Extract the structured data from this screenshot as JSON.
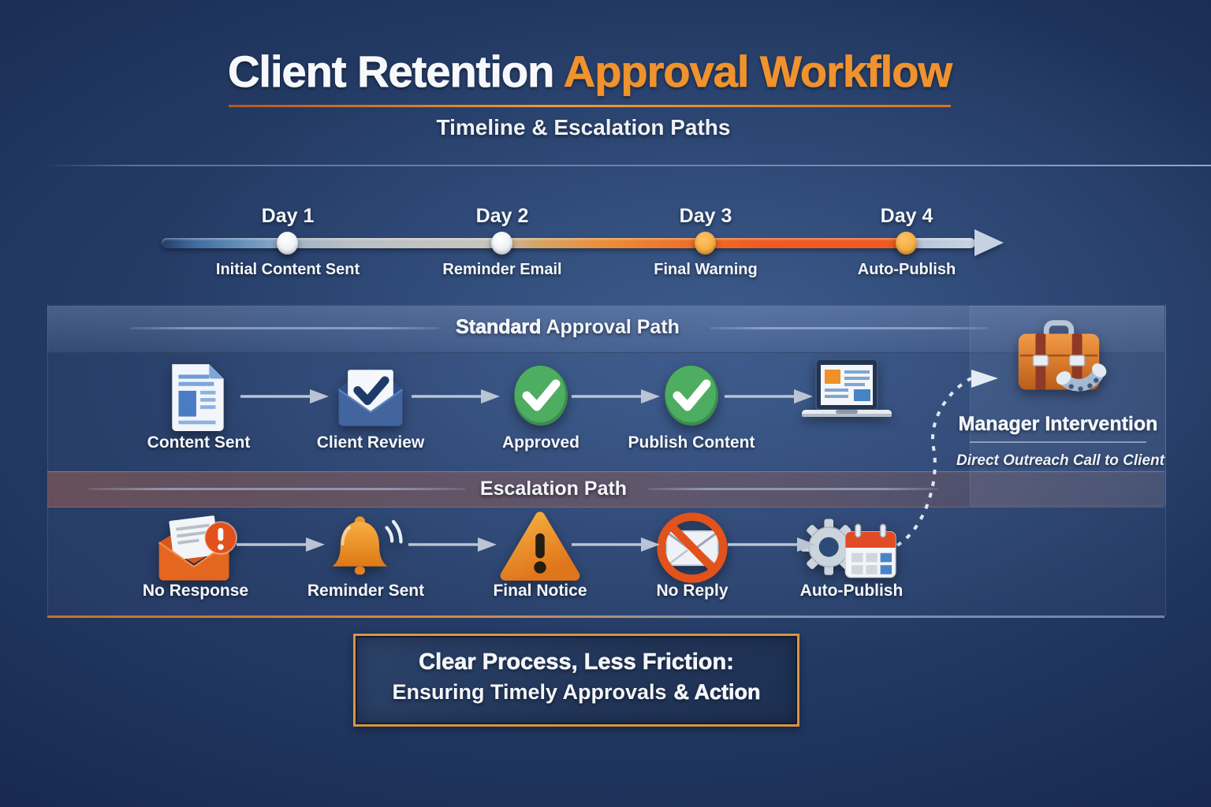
{
  "header": {
    "title_white": "Client Retention",
    "title_orange": "Approval Workflow",
    "subtitle": "Timeline & Escalation Paths"
  },
  "timeline": {
    "milestones": [
      {
        "day": "Day 1",
        "label": "Initial Content Sent",
        "dot_color": "#FFFFFF"
      },
      {
        "day": "Day 2",
        "label": "Reminder Email",
        "dot_color": "#FFFFFF"
      },
      {
        "day": "Day 3",
        "label": "Final Warning",
        "dot_color": "#F6AB41"
      },
      {
        "day": "Day 4",
        "label": "Auto-Publish",
        "dot_color": "#F6AB41"
      }
    ]
  },
  "standard_path": {
    "header_emphasis": "Standard",
    "header_rest": "Approval Path",
    "steps": [
      {
        "label": "Content Sent",
        "icon": "document-icon"
      },
      {
        "label": "Client Review",
        "icon": "envelope-check-icon"
      },
      {
        "label": "Approved",
        "icon": "check-circle-icon"
      },
      {
        "label": "Publish Content",
        "icon": "check-circle-icon"
      },
      {
        "label": "",
        "icon": "laptop-icon"
      }
    ]
  },
  "manager_intervention": {
    "title": "Manager Intervention",
    "subtitle": "Direct Outreach Call to Client",
    "icon": "briefcase-phone-icon"
  },
  "escalation_path": {
    "header": "Escalation Path",
    "steps": [
      {
        "label": "No Response",
        "icon": "mail-alert-icon"
      },
      {
        "label": "Reminder Sent",
        "icon": "bell-icon"
      },
      {
        "label": "Final Notice",
        "icon": "warning-triangle-icon"
      },
      {
        "label": "No Reply",
        "icon": "no-reply-icon"
      },
      {
        "label": "Auto-Publish",
        "icon": "gear-calendar-icon"
      }
    ]
  },
  "footer": {
    "line1": "Clear Process, Less Friction:",
    "line2": "Ensuring Timely Approvals",
    "line2_bold": "& Action"
  },
  "colors": {
    "accent_orange": "#F0922D",
    "timeline_red_orange": "#EE5A20",
    "success_green": "#4BA95E",
    "alert_orange": "#E4661F",
    "background_navy": "#213760",
    "neutral_arrow": "#BAC4D2"
  }
}
